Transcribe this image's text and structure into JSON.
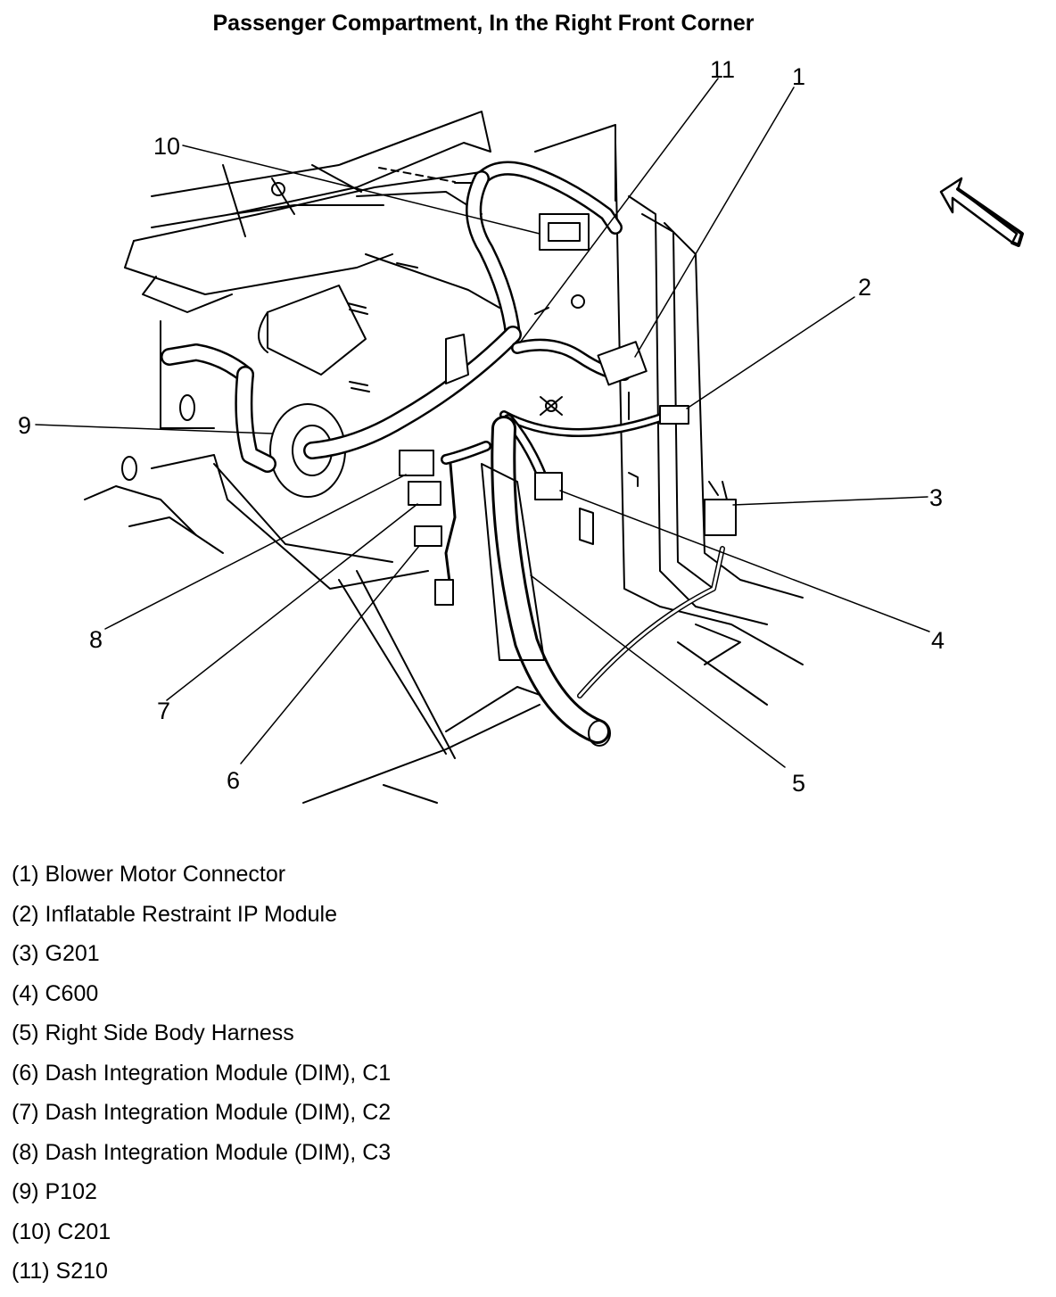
{
  "title": "Passenger Compartment, In the Right Front Corner",
  "callouts": [
    "1",
    "2",
    "3",
    "4",
    "5",
    "6",
    "7",
    "8",
    "9",
    "10",
    "11"
  ],
  "legend": [
    "(1) Blower Motor Connector",
    "(2) Inflatable Restraint IP Module",
    "(3) G201",
    "(4) C600",
    "(5) Right Side Body Harness",
    "(6) Dash Integration Module (DIM), C1",
    "(7) Dash Integration Module (DIM), C2",
    "(8) Dash Integration Module (DIM), C3",
    "(9) P102",
    "(10) C201",
    "(11) S210"
  ]
}
